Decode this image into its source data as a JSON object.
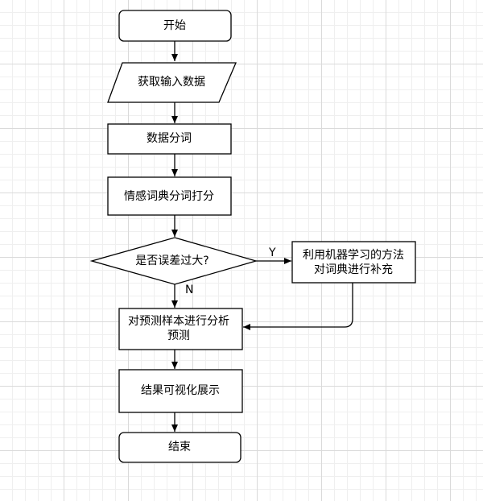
{
  "flowchart": {
    "nodes": {
      "start": "开始",
      "get_input": "获取输入数据",
      "tokenize": "数据分词",
      "sentiment_score": "情感词典分词打分",
      "decision": "是否误差过大?",
      "ml_supplement": [
        "利用机器学习的方法",
        "对词典进行补充"
      ],
      "analyze_predict": [
        "对预测样本进行分析",
        "预测"
      ],
      "visualize": "结果可视化展示",
      "end": "结束"
    },
    "edges": {
      "yes_label": "Y",
      "no_label": "N"
    }
  }
}
